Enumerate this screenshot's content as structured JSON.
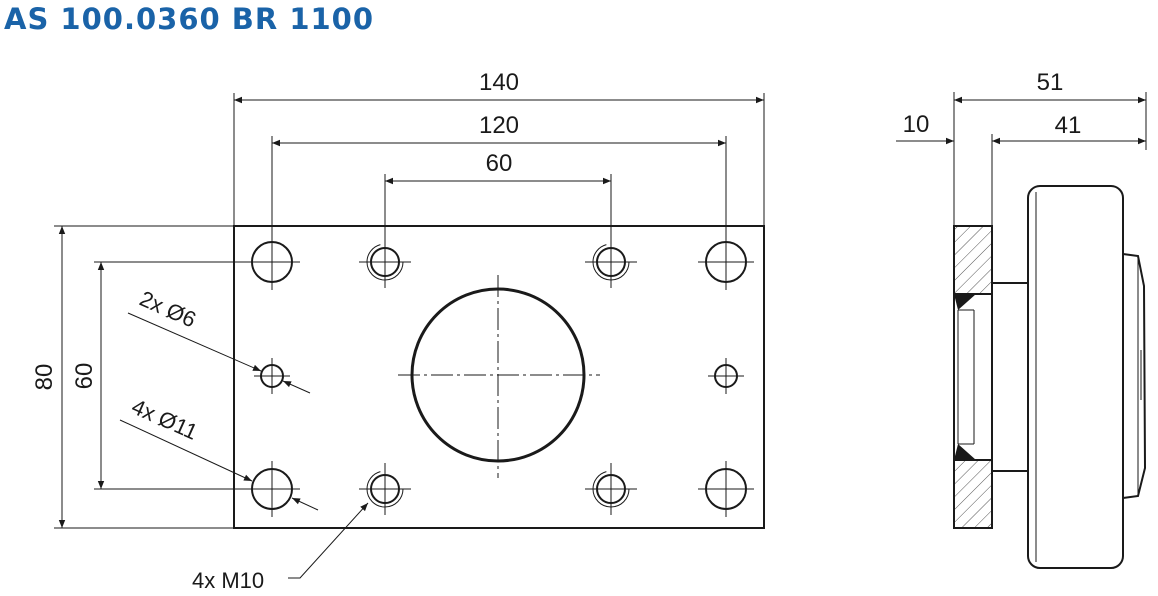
{
  "title": "AS 100.0360 BR 1100",
  "front_view": {
    "dim_overall_width": "140",
    "dim_outer_hole_spacing": "120",
    "dim_inner_hole_spacing": "60",
    "dim_overall_height": "80",
    "dim_hole_vertical_spacing": "60",
    "label_small_holes": "2x Ø6",
    "label_large_holes": "4x Ø11",
    "label_threaded_holes": "4x M10"
  },
  "side_view": {
    "dim_total_depth": "51",
    "dim_plate_thickness": "10",
    "dim_body_depth": "41"
  },
  "colors": {
    "title": "#1a63a8",
    "lines": "#1a1a1a",
    "hatch": "#555555"
  }
}
